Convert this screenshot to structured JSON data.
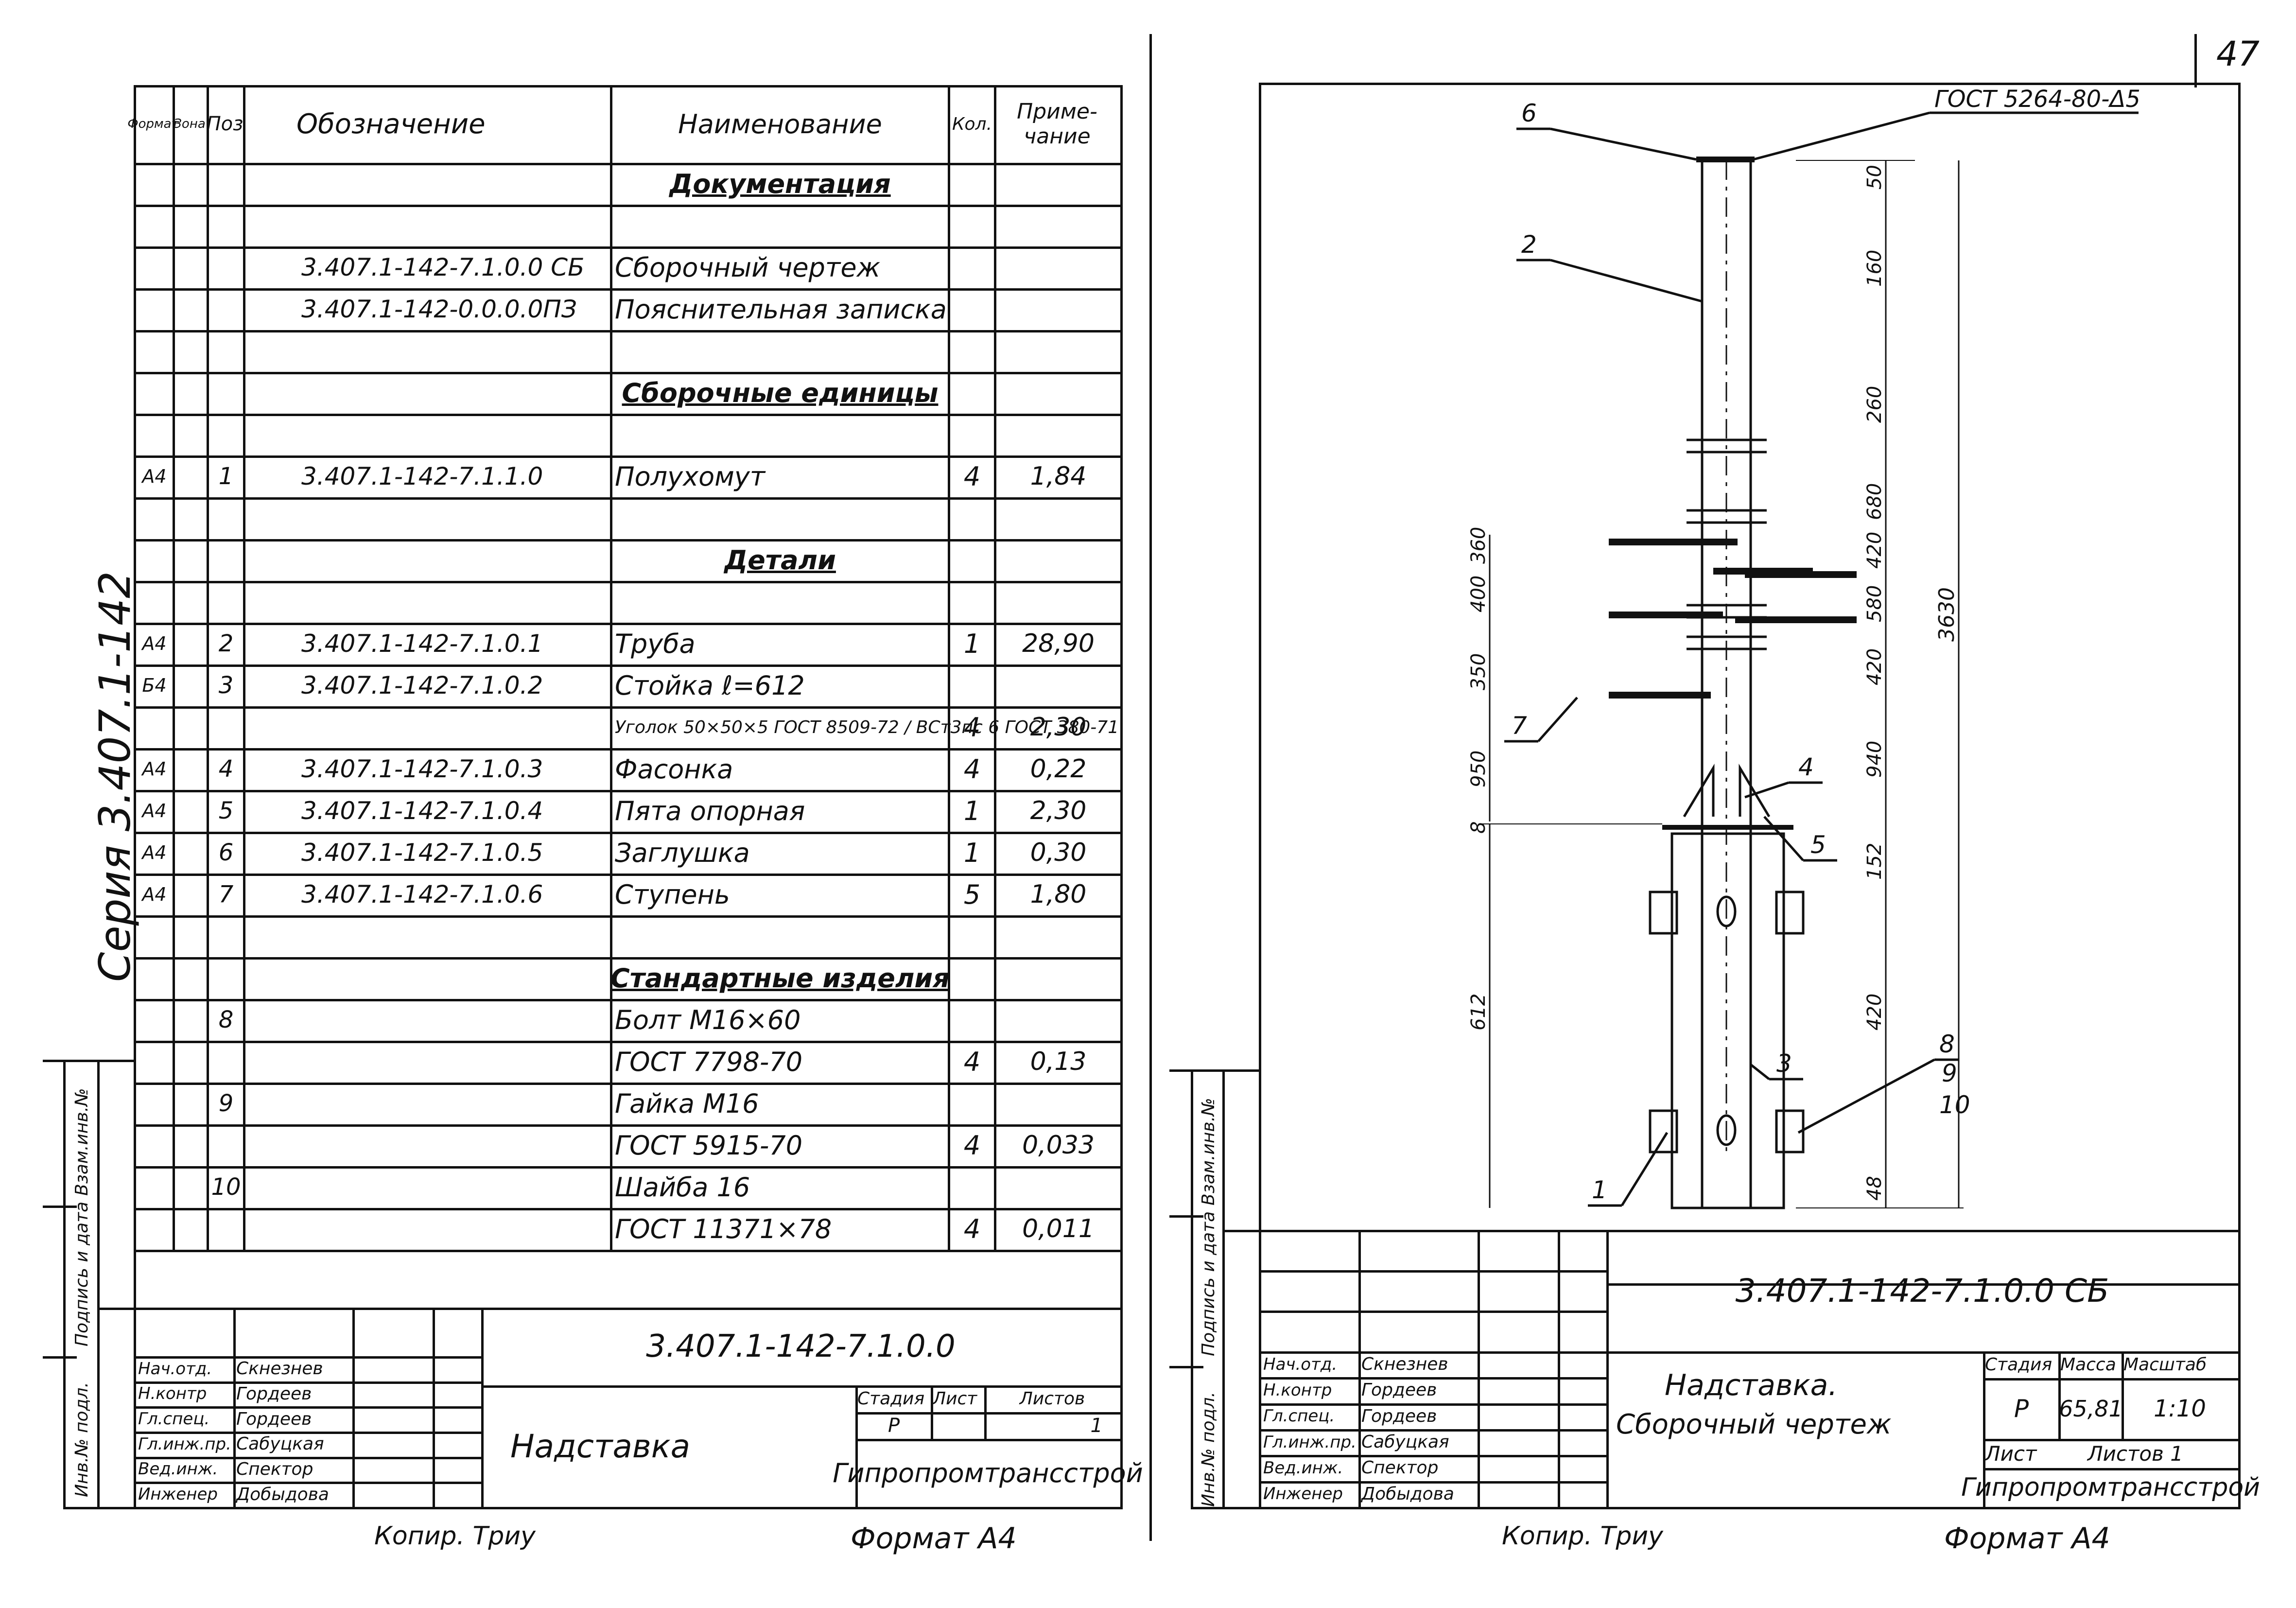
{
  "page_number": "47",
  "left_sheet": {
    "header": {
      "format": "Формат",
      "zone": "Зона",
      "pos": "Поз",
      "designation": "Обозначение",
      "name": "Наименование",
      "qty": "Кол.",
      "note": "Приме-чание"
    },
    "rows": [
      {
        "format": "",
        "pos": "",
        "designation": "",
        "name": "Документация",
        "qty": "",
        "note": "",
        "style": "section"
      },
      {
        "format": "",
        "pos": "",
        "designation": "",
        "name": "",
        "qty": "",
        "note": ""
      },
      {
        "format": "",
        "pos": "",
        "designation": "3.407.1-142-7.1.0.0 СБ",
        "name": "Сборочный чертеж",
        "qty": "",
        "note": ""
      },
      {
        "format": "",
        "pos": "",
        "designation": "3.407.1-142-0.0.0.0ПЗ",
        "name": "Пояснительная записка",
        "qty": "",
        "note": ""
      },
      {
        "format": "",
        "pos": "",
        "designation": "",
        "name": "",
        "qty": "",
        "note": ""
      },
      {
        "format": "",
        "pos": "",
        "designation": "",
        "name": "Сборочные единицы",
        "qty": "",
        "note": "",
        "style": "section"
      },
      {
        "format": "",
        "pos": "",
        "designation": "",
        "name": "",
        "qty": "",
        "note": ""
      },
      {
        "format": "А4",
        "pos": "1",
        "designation": "3.407.1-142-7.1.1.0",
        "name": "Полухомут",
        "qty": "4",
        "note": "1,84"
      },
      {
        "format": "",
        "pos": "",
        "designation": "",
        "name": "",
        "qty": "",
        "note": ""
      },
      {
        "format": "",
        "pos": "",
        "designation": "",
        "name": "Детали",
        "qty": "",
        "note": "",
        "style": "section"
      },
      {
        "format": "",
        "pos": "",
        "designation": "",
        "name": "",
        "qty": "",
        "note": ""
      },
      {
        "format": "А4",
        "pos": "2",
        "designation": "3.407.1-142-7.1.0.1",
        "name": "Труба",
        "qty": "1",
        "note": "28,90"
      },
      {
        "format": "Б4",
        "pos": "3",
        "designation": "3.407.1-142-7.1.0.2",
        "name": "Стойка  ℓ=612",
        "qty": "",
        "note": ""
      },
      {
        "format": "",
        "pos": "",
        "designation": "",
        "name": "Уголок 50×50×5 ГОСТ 8509-72 / ВСт3пс 6 ГОСТ 380-71",
        "qty": "4",
        "note": "2,30",
        "style": "double"
      },
      {
        "format": "А4",
        "pos": "4",
        "designation": "3.407.1-142-7.1.0.3",
        "name": "Фасонка",
        "qty": "4",
        "note": "0,22"
      },
      {
        "format": "А4",
        "pos": "5",
        "designation": "3.407.1-142-7.1.0.4",
        "name": "Пята опорная",
        "qty": "1",
        "note": "2,30"
      },
      {
        "format": "А4",
        "pos": "6",
        "designation": "3.407.1-142-7.1.0.5",
        "name": "Заглушка",
        "qty": "1",
        "note": "0,30"
      },
      {
        "format": "А4",
        "pos": "7",
        "designation": "3.407.1-142-7.1.0.6",
        "name": "Ступень",
        "qty": "5",
        "note": "1,80"
      },
      {
        "format": "",
        "pos": "",
        "designation": "",
        "name": "",
        "qty": "",
        "note": ""
      },
      {
        "format": "",
        "pos": "",
        "designation": "",
        "name": "Стандартные изделия",
        "qty": "",
        "note": "",
        "style": "section"
      },
      {
        "format": "",
        "pos": "8",
        "designation": "",
        "name": "Болт  М16×60",
        "qty": "",
        "note": ""
      },
      {
        "format": "",
        "pos": "",
        "designation": "",
        "name": "ГОСТ 7798-70",
        "qty": "4",
        "note": "0,13"
      },
      {
        "format": "",
        "pos": "9",
        "designation": "",
        "name": "Гайка  М16",
        "qty": "",
        "note": ""
      },
      {
        "format": "",
        "pos": "",
        "designation": "",
        "name": "ГОСТ 5915-70",
        "qty": "4",
        "note": "0,033"
      },
      {
        "format": "",
        "pos": "10",
        "designation": "",
        "name": "Шайба  16",
        "qty": "",
        "note": ""
      },
      {
        "format": "",
        "pos": "",
        "designation": "",
        "name": "ГОСТ 11371×78",
        "qty": "4",
        "note": "0,011"
      }
    ],
    "series_label": "Серия 3.407.1-142",
    "side_stamps": [
      "Инв.№ подл.",
      "Подпись и дата",
      "Взам.инв.№"
    ],
    "title_block": {
      "code": "3.407.1-142-7.1.0.0",
      "title": "Надставка",
      "stage_label": "Стадия",
      "sheet_label": "Лист",
      "sheets_label": "Листов",
      "stage": "Р",
      "sheets": "1",
      "org": "Гипропромтрансстрой",
      "people": [
        {
          "role": "Нач.отд.",
          "name": "Скнезнев"
        },
        {
          "role": "Н.контр",
          "name": "Гордеев"
        },
        {
          "role": "Гл.спец.",
          "name": "Гордеев"
        },
        {
          "role": "Гл.инж.пр.",
          "name": "Сабуцкая"
        },
        {
          "role": "Вед.инж.",
          "name": "Спектор"
        },
        {
          "role": "Инженер",
          "name": "Добыдова"
        }
      ]
    },
    "footer_copy": "Копир. Триу",
    "footer_format": "Формат А4"
  },
  "right_sheet": {
    "gost_note": "ГОСТ 5264-80-Δ5",
    "callouts": [
      "6",
      "2",
      "7",
      "4",
      "5",
      "3",
      "8",
      "9",
      "10",
      "1"
    ],
    "dims_right": [
      "50",
      "160",
      "260",
      "680",
      "420",
      "580",
      "420",
      "940",
      "152",
      "420",
      "48"
    ],
    "dims_left": [
      "360",
      "400",
      "350",
      "950",
      "8",
      "612"
    ],
    "total_dim": "3630",
    "title_block": {
      "code": "3.407.1-142-7.1.0.0 СБ",
      "title_line1": "Надставка.",
      "title_line2": "Сборочный чертеж",
      "stage_label": "Стадия",
      "mass_label": "Масса",
      "scale_label": "Масштаб",
      "stage": "Р",
      "mass": "65,81",
      "scale": "1:10",
      "sheet_label": "Лист",
      "sheets_label": "Листов 1",
      "org": "Гипропромтрансстрой",
      "people": [
        {
          "role": "Нач.отд.",
          "name": "Скнезнев"
        },
        {
          "role": "Н.контр",
          "name": "Гордеев"
        },
        {
          "role": "Гл.спец.",
          "name": "Гордеев"
        },
        {
          "role": "Гл.инж.пр.",
          "name": "Сабуцкая"
        },
        {
          "role": "Вед.инж.",
          "name": "Спектор"
        },
        {
          "role": "Инженер",
          "name": "Добыдова"
        }
      ]
    },
    "side_stamps": [
      "Инв.№ подл.",
      "Подпись и дата",
      "Взам.инв.№"
    ],
    "footer_copy": "Копир. Триу",
    "footer_format": "Формат А4"
  }
}
